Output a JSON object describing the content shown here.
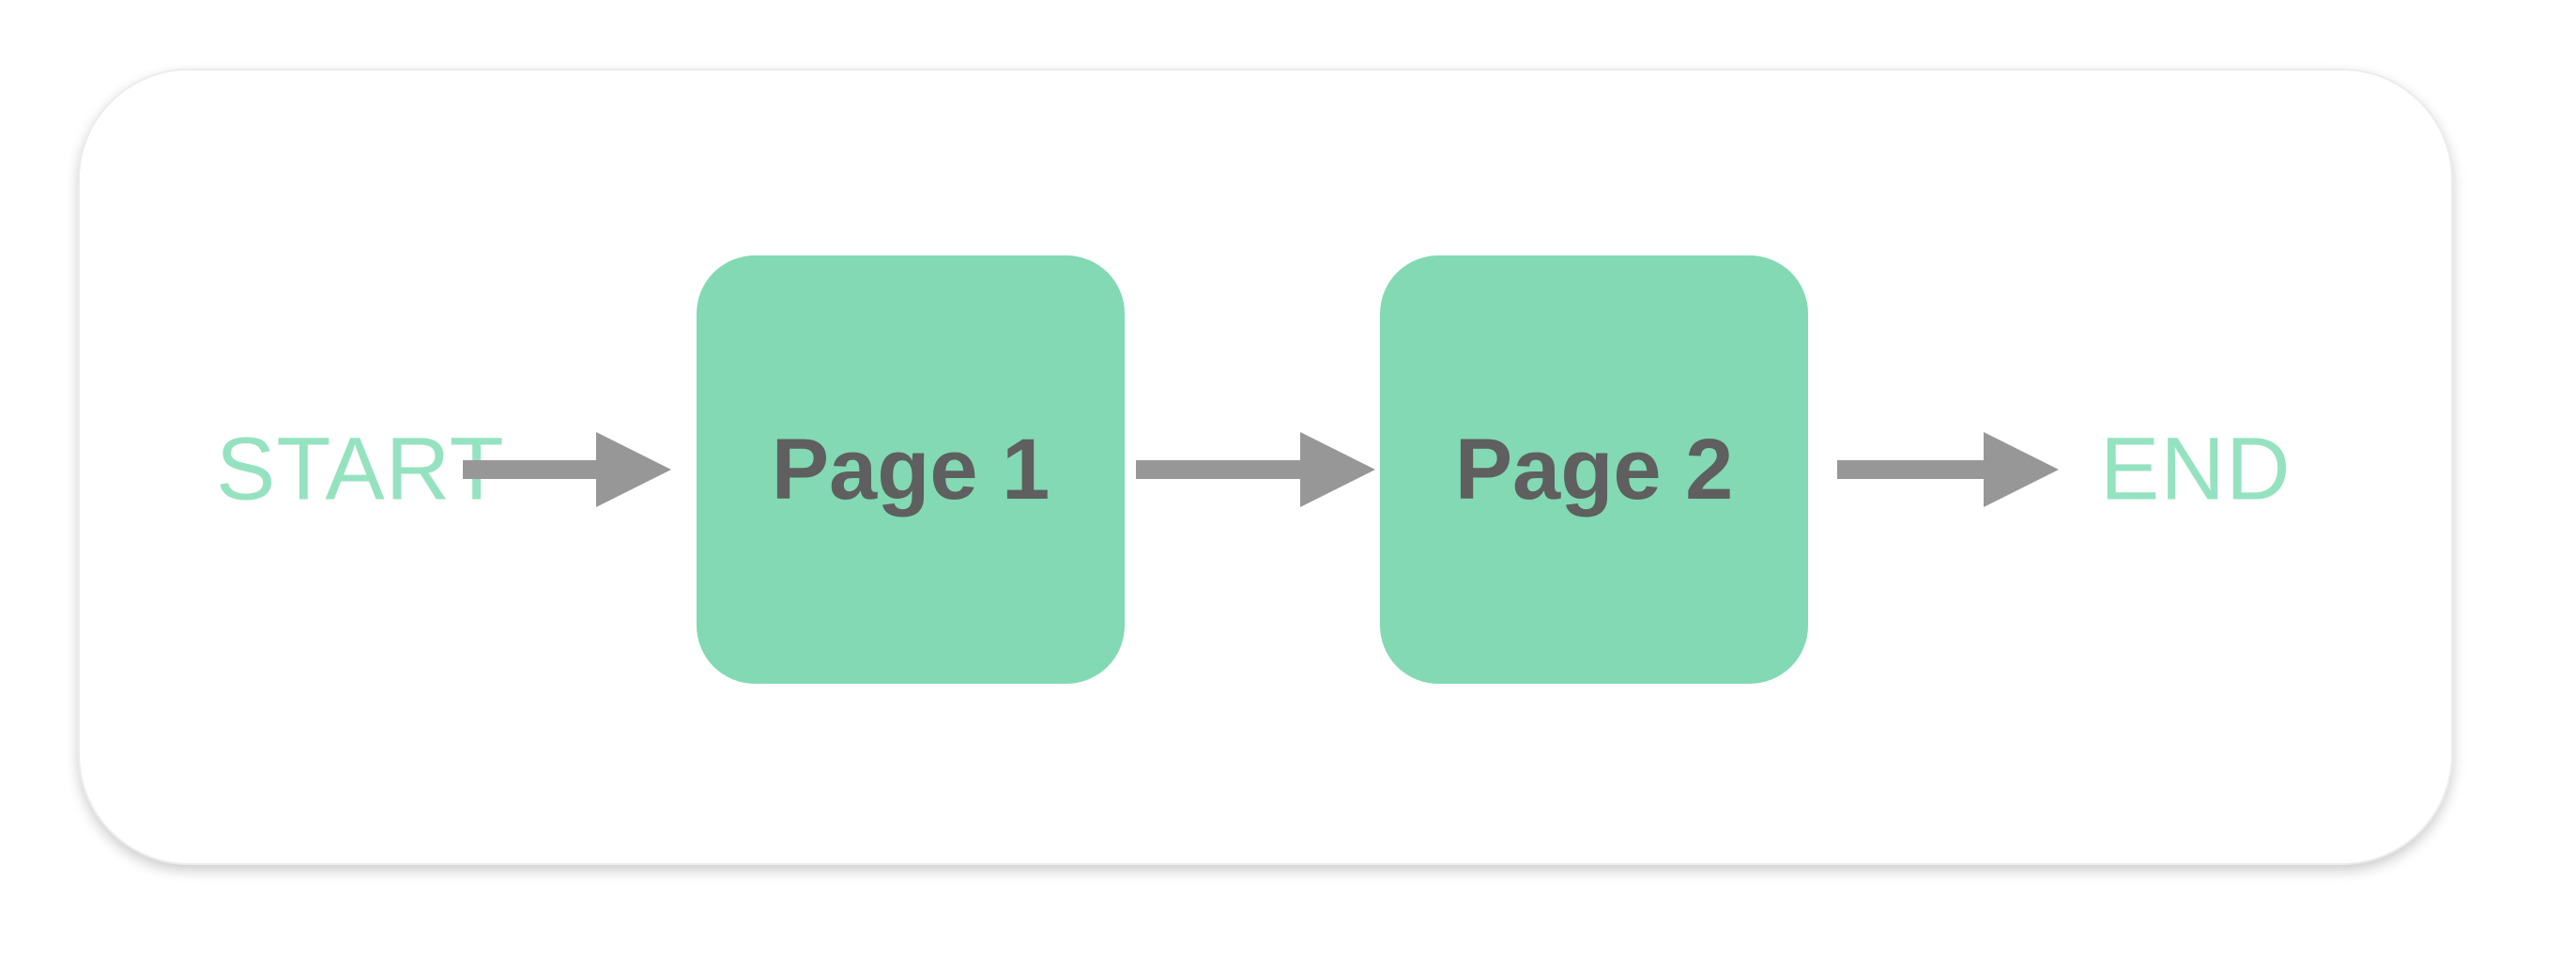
{
  "flow": {
    "start_label": "START",
    "end_label": "END",
    "nodes": [
      {
        "label": "Page 1"
      },
      {
        "label": "Page 2"
      }
    ],
    "connections": [
      {
        "from": "START",
        "to": "Page 1"
      },
      {
        "from": "Page 1",
        "to": "Page 2"
      },
      {
        "from": "Page 2",
        "to": "END"
      }
    ]
  },
  "colors": {
    "card-bg": "#ffffff",
    "card-border": "#ececec",
    "node-fill": "#82d9b3",
    "node-text": "#5e5f5e",
    "terminal-text": "#95e2c1",
    "arrow": "#979797"
  }
}
